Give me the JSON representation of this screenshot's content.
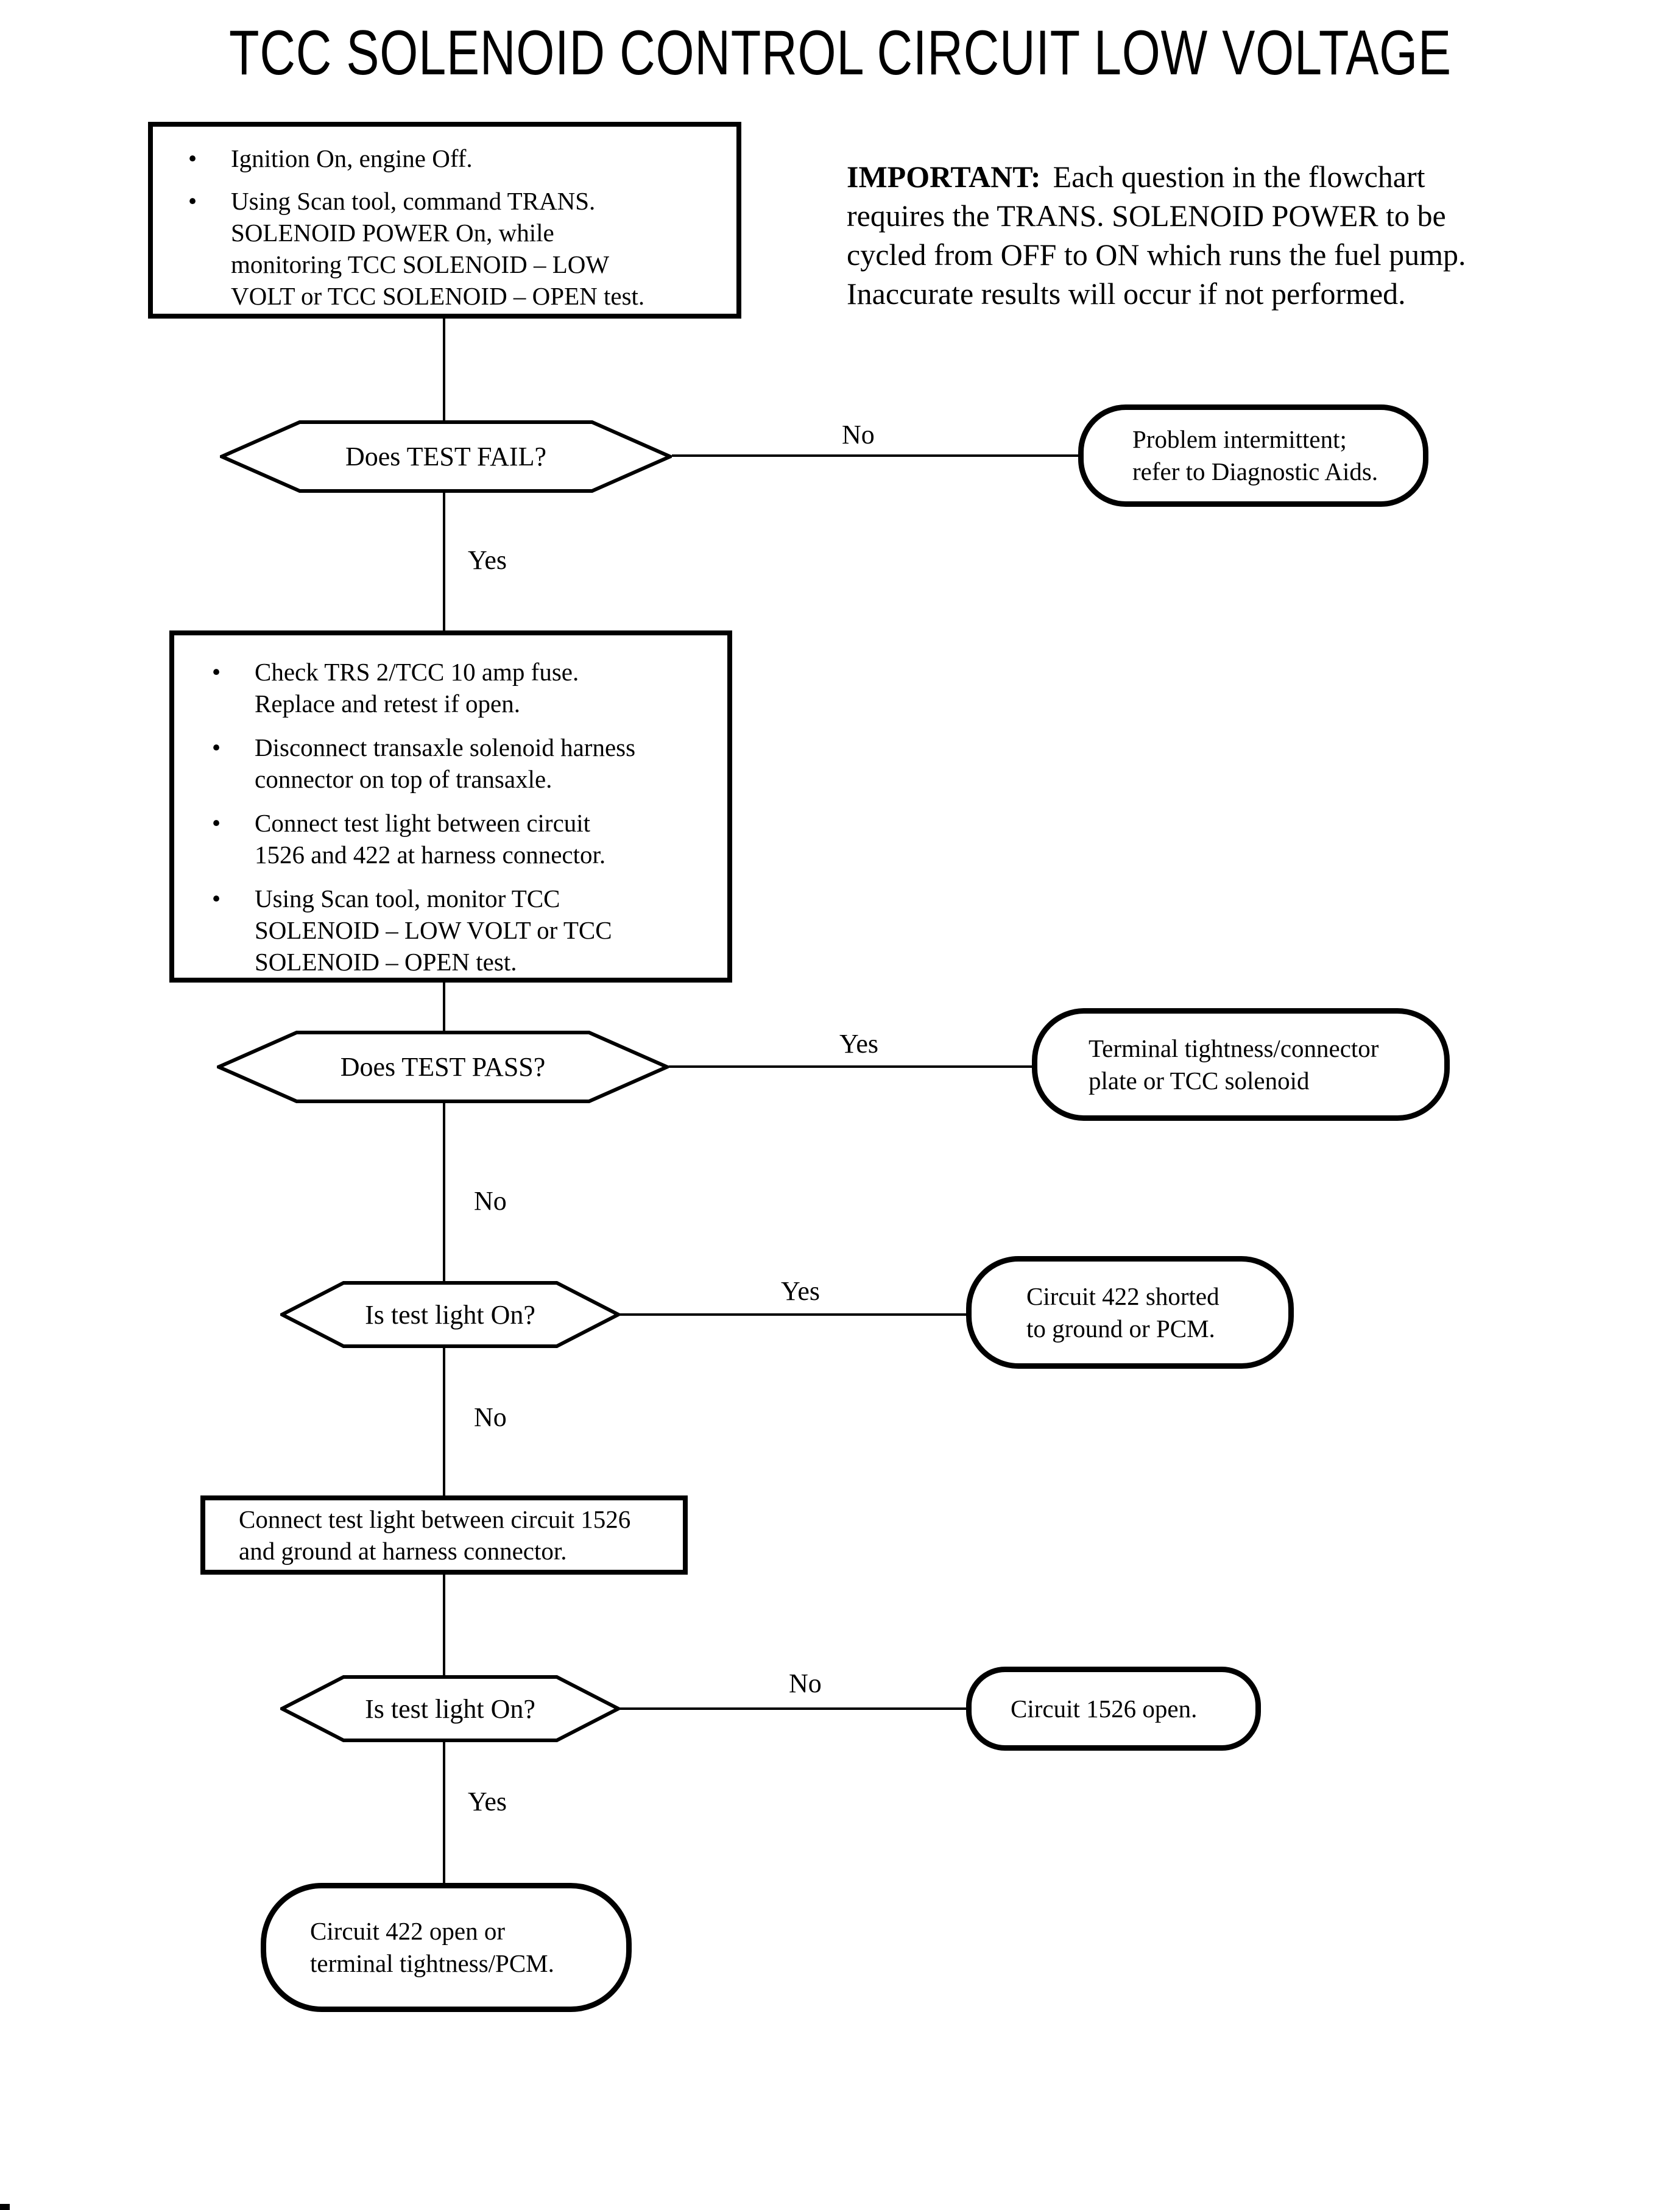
{
  "title": "TCC SOLENOID CONTROL CIRCUIT LOW VOLTAGE",
  "glyphs": {
    "bullet": "•"
  },
  "colors": {
    "ink": "#000000",
    "paper": "#ffffff"
  },
  "important": {
    "label": "IMPORTANT:",
    "lines": [
      "Each question in the flowchart",
      "requires the TRANS. SOLENOID POWER to be",
      "cycled from OFF to ON which runs the fuel pump.",
      "Inaccurate results will occur if not performed."
    ]
  },
  "nodes": {
    "setup_box": {
      "items": [
        {
          "lines": [
            "Ignition On, engine Off."
          ]
        },
        {
          "lines": [
            "Using Scan tool, command TRANS.",
            "SOLENOID POWER On, while",
            "monitoring TCC SOLENOID – LOW",
            "VOLT or TCC SOLENOID – OPEN test."
          ]
        }
      ]
    },
    "q_test_fail": {
      "label": "Does TEST FAIL?"
    },
    "t_problem_intermittent": {
      "lines": [
        "Problem intermittent;",
        "refer to Diagnostic Aids."
      ]
    },
    "check_box": {
      "items": [
        {
          "lines": [
            "Check TRS 2/TCC 10 amp fuse.",
            "Replace and retest if open."
          ]
        },
        {
          "lines": [
            "Disconnect transaxle solenoid harness",
            "connector on top of transaxle."
          ]
        },
        {
          "lines": [
            "Connect test light between circuit",
            "1526 and 422 at harness connector."
          ]
        },
        {
          "lines": [
            "Using Scan tool, monitor TCC",
            "SOLENOID – LOW VOLT or TCC",
            "SOLENOID – OPEN test."
          ]
        }
      ]
    },
    "q_test_pass": {
      "label": "Does TEST PASS?"
    },
    "t_terminal_tightness": {
      "lines": [
        "Terminal tightness/connector",
        "plate or TCC solenoid"
      ]
    },
    "q_test_light_1": {
      "label": "Is test light On?"
    },
    "t_circuit_422_shorted": {
      "lines": [
        "Circuit 422 shorted",
        "to ground or PCM."
      ]
    },
    "connect_box": {
      "lines": [
        "Connect test light between circuit 1526",
        "and ground at harness connector."
      ]
    },
    "q_test_light_2": {
      "label": "Is test light On?"
    },
    "t_circuit_1526_open": {
      "lines": [
        "Circuit 1526 open."
      ]
    },
    "t_circuit_422_open": {
      "lines": [
        "Circuit 422 open or",
        "terminal tightness/PCM."
      ]
    }
  },
  "edges": {
    "fail_no": "No",
    "fail_yes": "Yes",
    "pass_yes": "Yes",
    "pass_no": "No",
    "light1_yes": "Yes",
    "light1_no": "No",
    "light2_no": "No",
    "light2_yes": "Yes"
  }
}
